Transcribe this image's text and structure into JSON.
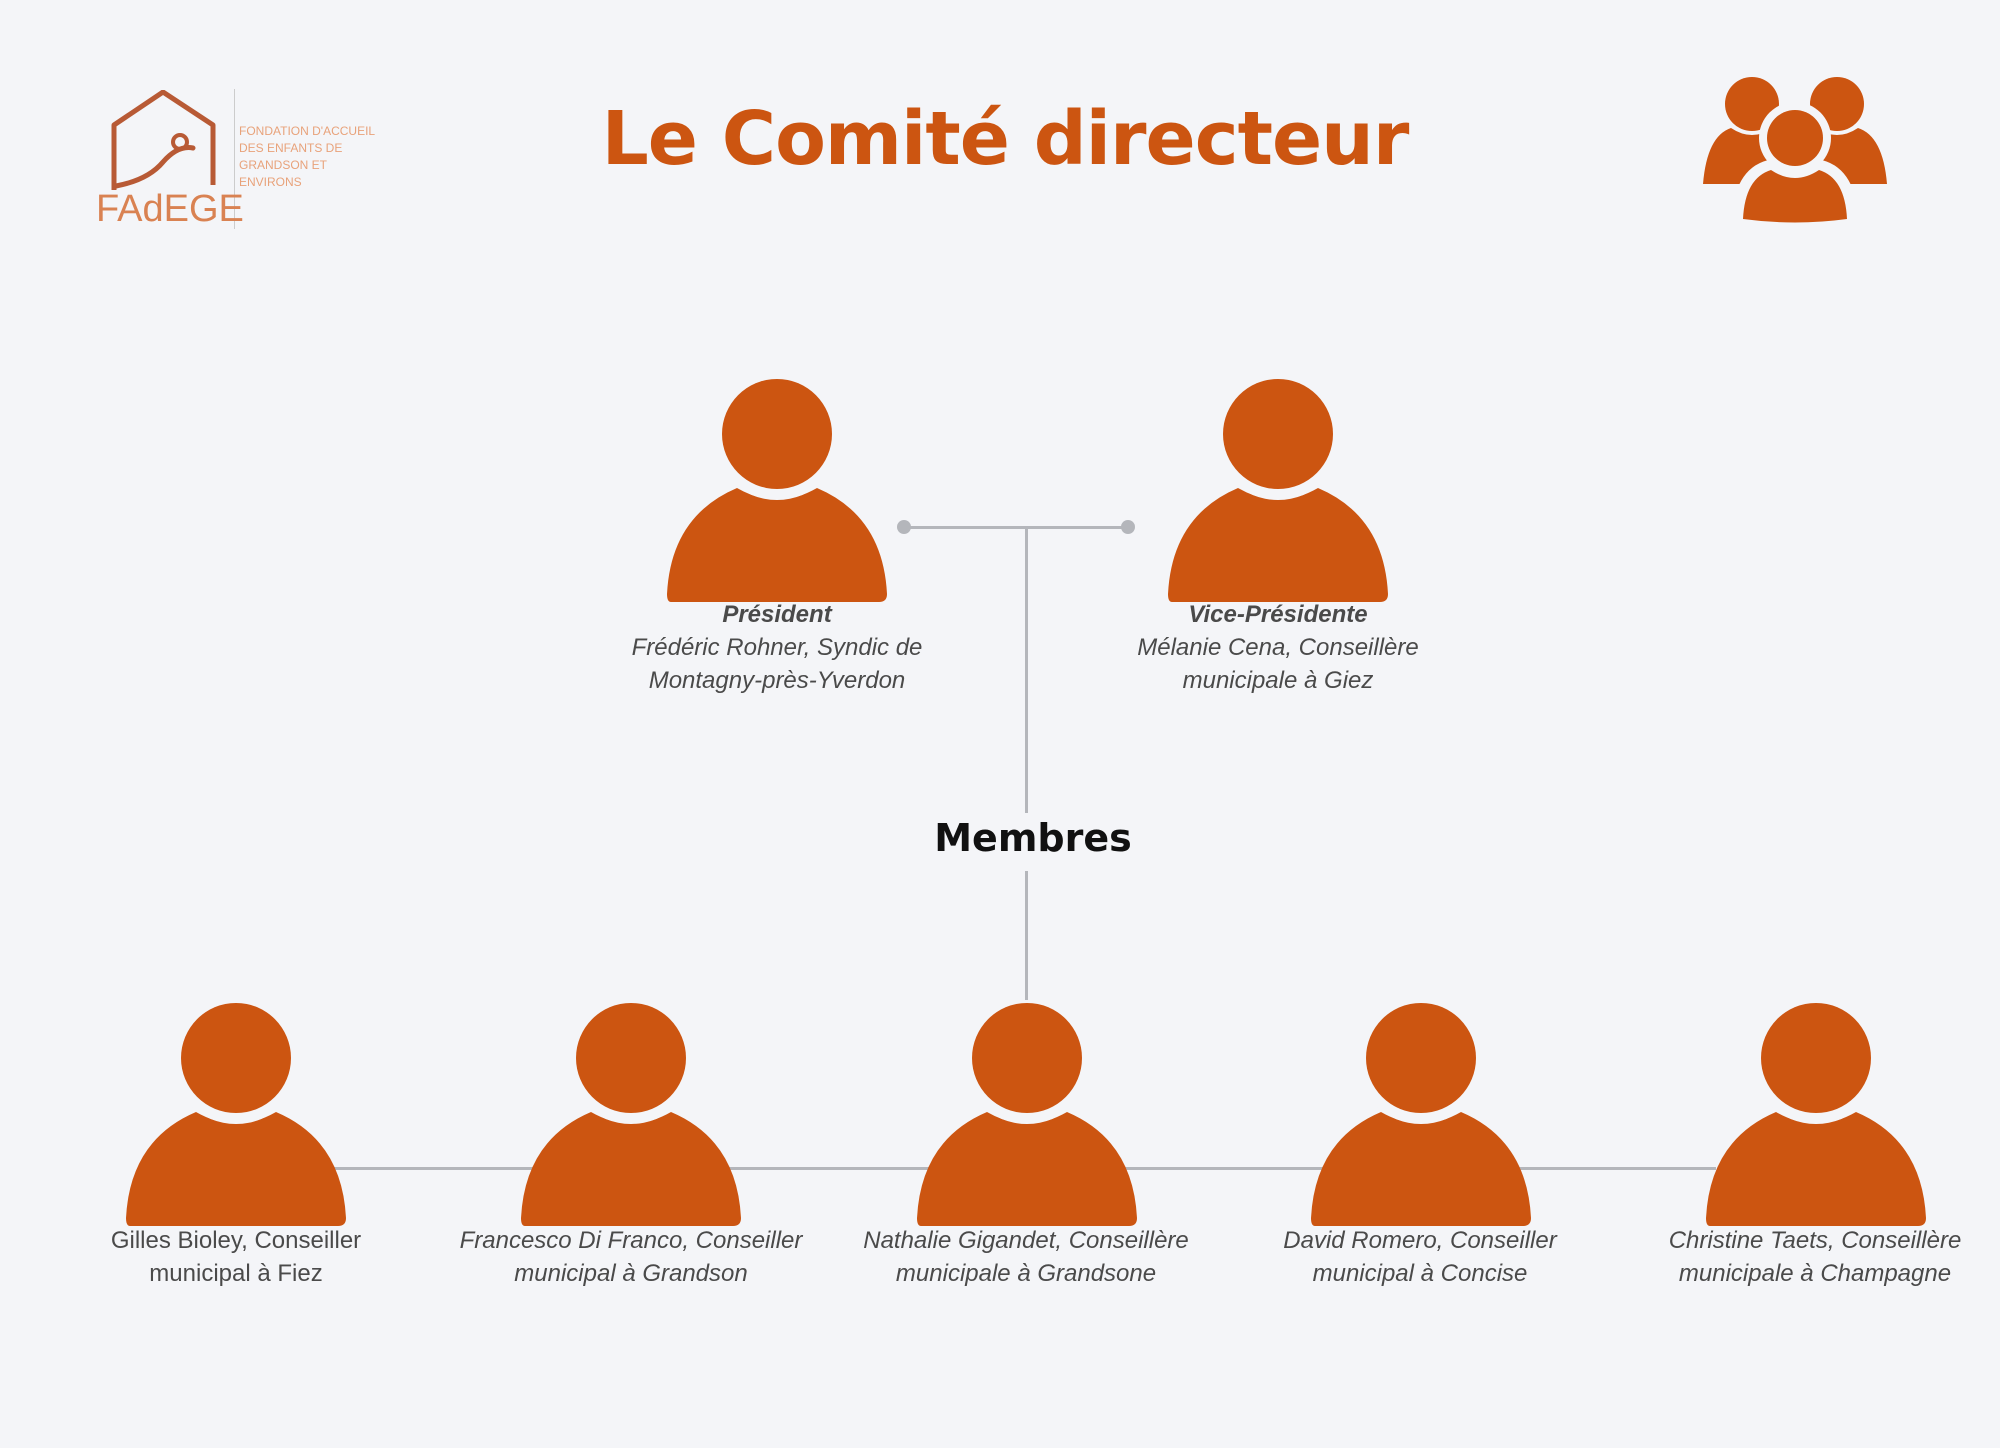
{
  "logo": {
    "name": "FAdEGE",
    "tagline": [
      "FONDATION D'ACCUEIL",
      "DES ENFANTS DE",
      "GRANDSON ET",
      "ENVIRONS"
    ]
  },
  "title": "Le Comité directeur",
  "colors": {
    "accent": "#cc5511",
    "connector": "#b4b6bb",
    "background": "#f4f5f8"
  },
  "leadership": [
    {
      "role": "Président",
      "line1": "Frédéric Rohner, Syndic de",
      "line2": "Montagny-près-Yverdon"
    },
    {
      "role": "Vice-Présidente",
      "line1": "Mélanie Cena, Conseillère",
      "line2": "municipale à Giez"
    }
  ],
  "members_heading": "Membres",
  "members": [
    {
      "line1": "Gilles Bioley, Conseiller",
      "line2": "municipal à Fiez"
    },
    {
      "line1": "Francesco Di Franco, Conseiller",
      "line2": "municipal à Grandson"
    },
    {
      "line1": "Nathalie Gigandet, Conseillère",
      "line2": "municipale à Grandsone"
    },
    {
      "line1": "David Romero, Conseiller",
      "line2": "municipal à Concise"
    },
    {
      "line1": "Christine Taets, Conseillère",
      "line2": "municipale à Champagne"
    }
  ]
}
